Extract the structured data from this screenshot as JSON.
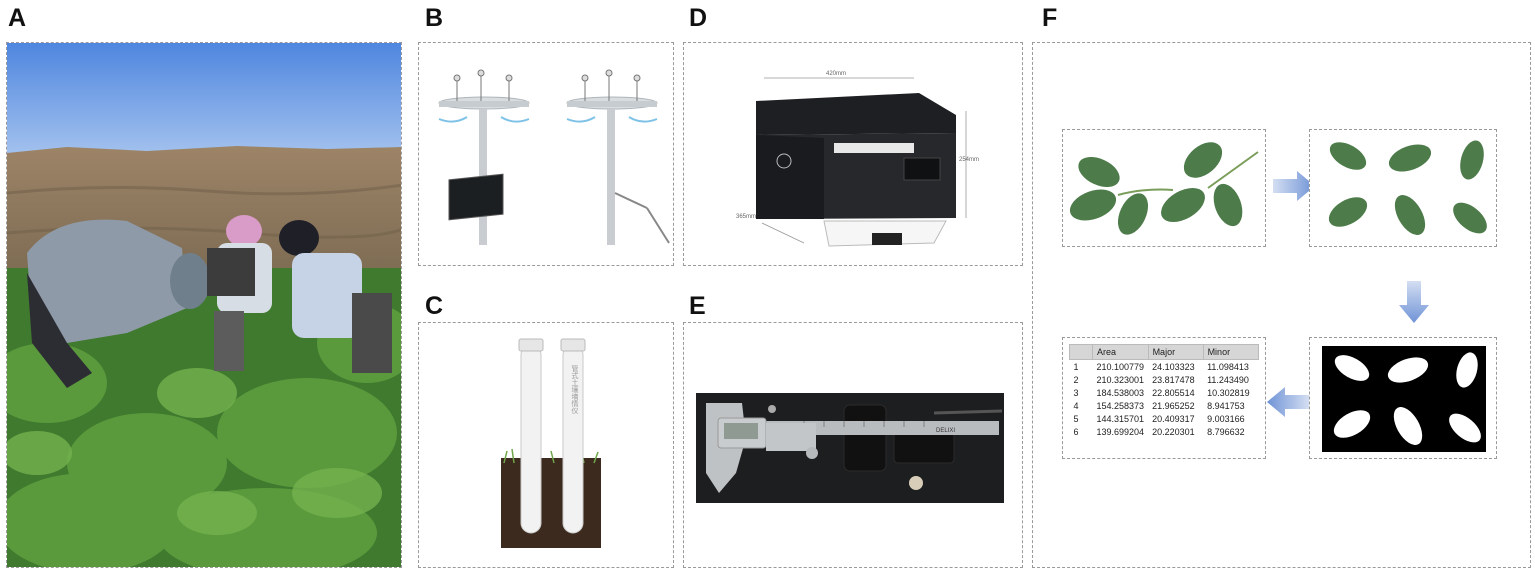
{
  "panel_labels": {
    "a": "A",
    "b": "B",
    "c": "C",
    "d": "D",
    "e": "E",
    "f": "F"
  },
  "printer_dimensions": {
    "width": "420mm",
    "height": "254mm",
    "depth": "365mm"
  },
  "tube_text": "管式土壤墒情仪",
  "caliper_brand": "DELIXI",
  "leaf_table": {
    "headers": [
      "",
      "Area",
      "Major",
      "Minor"
    ],
    "rows": [
      [
        "1",
        "210.100779",
        "24.103323",
        "11.098413"
      ],
      [
        "2",
        "210.323001",
        "23.817478",
        "11.243490"
      ],
      [
        "3",
        "184.538003",
        "22.805514",
        "10.302819"
      ],
      [
        "4",
        "154.258373",
        "21.965252",
        "8.941753"
      ],
      [
        "5",
        "144.315701",
        "20.409317",
        "9.003166"
      ],
      [
        "6",
        "139.699204",
        "20.220301",
        "8.796632"
      ]
    ]
  },
  "colors": {
    "sky": "#5b8ee0",
    "foliage": "#4f8a3a",
    "arrow": "#7f9fd8",
    "leaf": "#4d7b4a",
    "dashed_border": "#9a9a9a"
  }
}
